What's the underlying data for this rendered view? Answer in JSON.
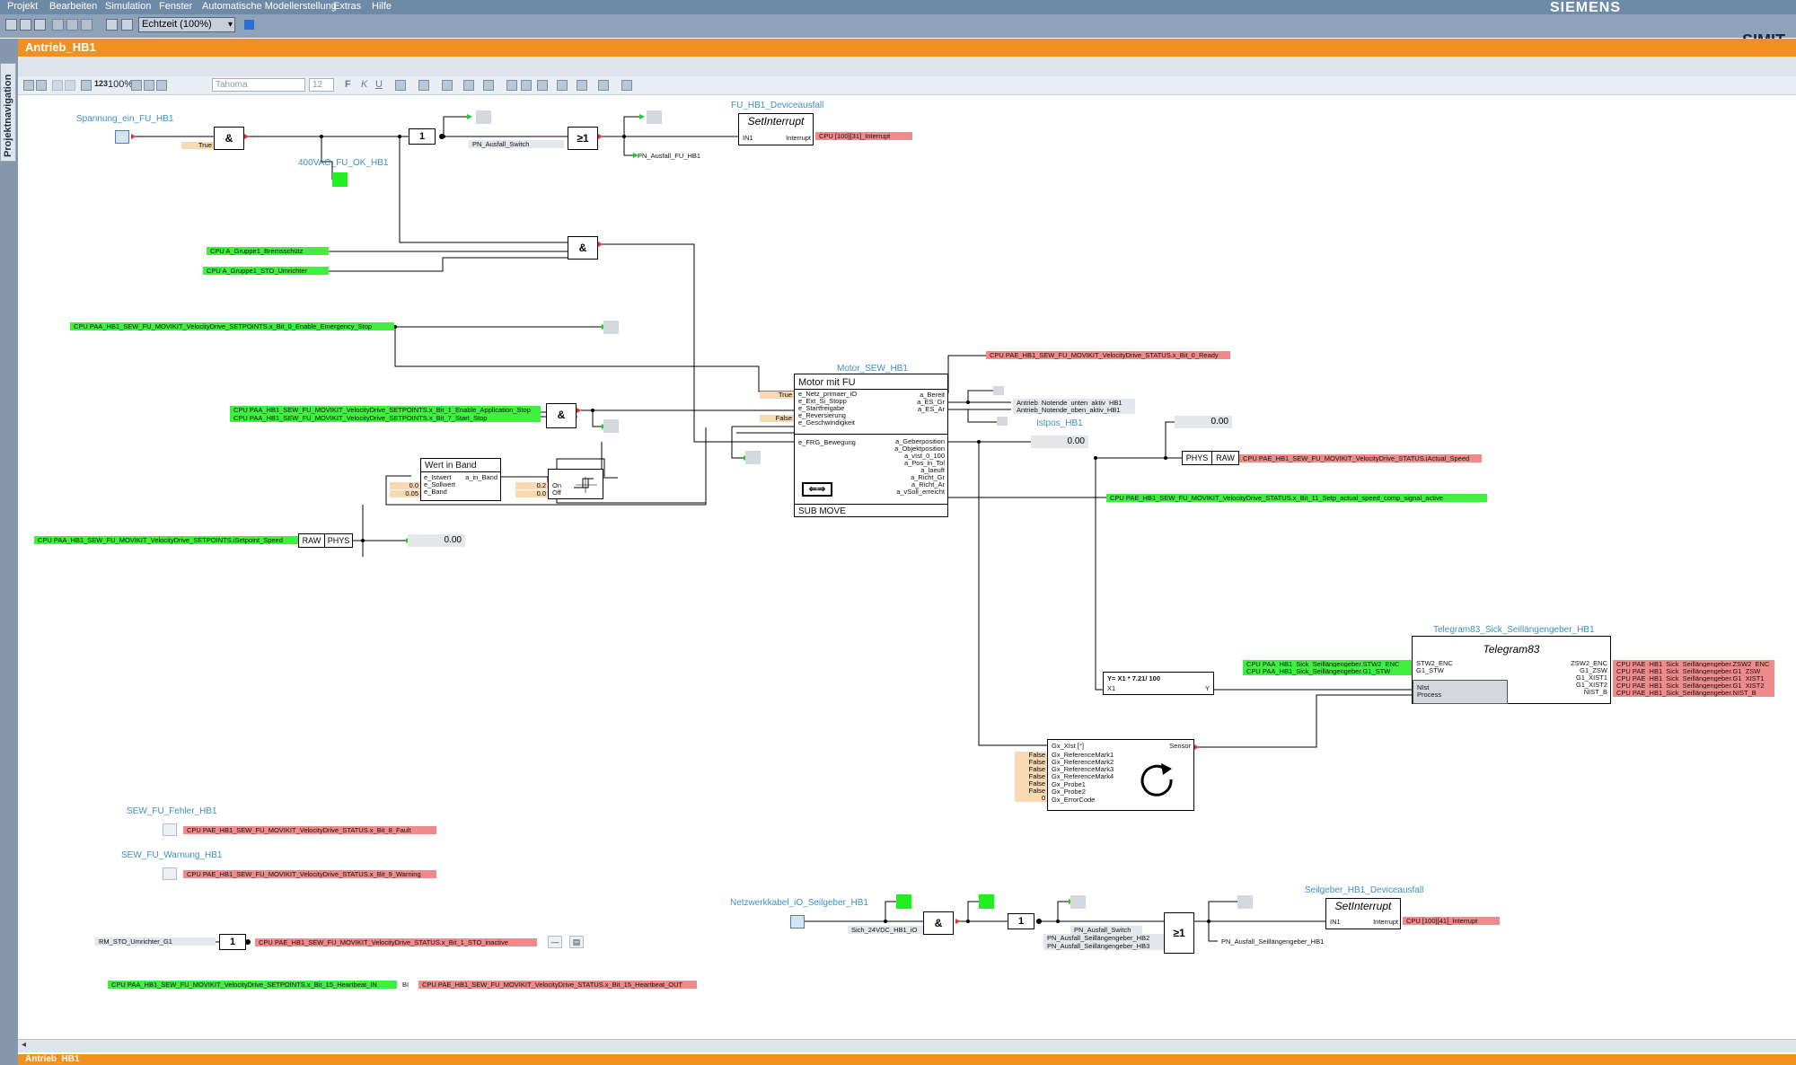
{
  "menu": [
    "Projekt",
    "Bearbeiten",
    "Simulation",
    "Fenster",
    "Automatische Modellerstellung",
    "Extras",
    "Hilfe"
  ],
  "brand": "SIEMENS",
  "product": "SIMIT",
  "toolbar": {
    "speed": "Echtzeit (100%)"
  },
  "sidebar": {
    "project_navigation": "Projektnavigation"
  },
  "editor": {
    "tab_title": "Antrieb_HB1",
    "bottom_tab_title": "Antrieb_HB1"
  },
  "toolbar2": {
    "zoom": "100%",
    "font": "Tahoma",
    "font_size": "12",
    "counter": "123",
    "bold": "F",
    "italic": "K",
    "underline": "U"
  },
  "diagram": {
    "spannung_label": "Spannung_ein_FU_HB1",
    "true_const": "True",
    "and": "&",
    "one": "1",
    "ge1": "≥1",
    "ok_label": "400VAC_FU_OK_HB1",
    "pn_ausfall_switch": "PN_Ausfall_Switch",
    "pn_ausfall_fu": "PN_Ausfall_FU_HB1",
    "fu_deviceausfall_label": "FU_HB1_Deviceausfall",
    "setinterrupt_title": "SetInterrupt",
    "in1": "IN1",
    "interrupt": "Interrupt",
    "cpu_interrupt_1": "CPU [100][31]_Interrupt",
    "bremsschuetz": "CPU A_Gruppe1_Bremsschütz",
    "sto_umrichter": "CPU A_Gruppe1_STO_Umrichter",
    "emergency_stop": "CPU PAA_HB1_SEW_FU_MOVIKIT_VelocityDrive_SETPOINTS.x_Bit_0_Enable_Emergency_Stop",
    "ready_status": "CPU PAE_HB1_SEW_FU_MOVIKIT_VelocityDrive_STATUS.x_Bit_0_Ready",
    "motor_label": "Motor_SEW_HB1",
    "motor_title": "Motor mit FU",
    "motor_inputs": [
      "e_Netz_primaer_iO",
      "e_Ext_Si_Stopp",
      "e_Startfreigabe",
      "e_Reversierung",
      "e_Geschwindigkeit"
    ],
    "motor_input_frg": "e_FRG_Bewegung",
    "motor_outputs_top": [
      "a_Bereit",
      "a_ES_Gr",
      "a_ES_Ar"
    ],
    "motor_outputs_bottom": [
      "a_Geberposition",
      "a_Objektposition",
      "a_vIst_0_100",
      "a_Pos_in_Tol",
      "a_laeuft",
      "a_Richt_Gr",
      "a_Richt_Ar",
      "a_vSoll_erreicht"
    ],
    "motor_footer": "SUB MOVE",
    "false_const": "False",
    "notende_unten": "Antrieb_Notende_unten_aktiv_HB1",
    "notende_oben": "Antrieb_Notende_oben_aktiv_HB1",
    "istpos_label": "Istpos_HB1",
    "istpos_value": "0.00",
    "actual_value": "0.00",
    "phys": "PHYS",
    "raw": "RAW",
    "actual_speed": "CPU PAE_HB1_SEW_FU_MOVIKIT_VelocityDrive_STATUS.iActual_Speed",
    "enable_app_stop": "CPU PAA_HB1_SEW_FU_MOVIKIT_VelocityDrive_SETPOINTS.x_Bit_1_Enable_Application_Stop",
    "start_stop": "CPU PAA_HB1_SEW_FU_MOVIKIT_VelocityDrive_SETPOINTS.x_Bit_7_Start_Stop",
    "wert_title": "Wert in Band",
    "wert_ports": [
      "e_Istwert",
      "e_Sollwert",
      "e_Band"
    ],
    "wert_out": "a_in_Band",
    "wert_consts": [
      "0.0",
      "0.05"
    ],
    "hyst_consts": [
      "0.2",
      "0.0"
    ],
    "hyst_on": "On",
    "hyst_off": "Off",
    "speed_comp": "CPU PAE_HB1_SEW_FU_MOVIKIT_VelocityDrive_STATUS.x_Bit_11_Setp_actual_speed_comp_signal_active",
    "setpoint_speed": "CPU PAA_HB1_SEW_FU_MOVIKIT_VelocityDrive_SETPOINTS.iSetpoint_Speed",
    "setpoint_value": "0.00",
    "telegram_label": "Telegram83_Sick_Seillängengeber_HB1",
    "telegram_title": "Telegram83",
    "telegram_in_signals": [
      "CPU PAA_HB1_Sick_Seillängengeber.STW2_ENC",
      "CPU PAA_HB1_Sick_Seillängengeber.G1_STW"
    ],
    "telegram_in_ports": [
      "STW2_ENC",
      "G1_STW",
      "NIst",
      "Process"
    ],
    "telegram_out_ports": [
      "ZSW2_ENC",
      "G1_ZSW",
      "G1_XIST1",
      "G1_XIST2",
      "NIST_B"
    ],
    "telegram_out_signals": [
      "CPU PAE_HB1_Sick_Seillängengeber.ZSW2_ENC",
      "CPU PAE_HB1_Sick_Seillängengeber.G1_ZSW",
      "CPU PAE_HB1_Sick_Seillängengeber.G1_XIST1",
      "CPU PAE_HB1_Sick_Seillängengeber.G1_XIST2",
      "CPU PAE_HB1_Sick_Seillängengeber.NIST_B"
    ],
    "formula": "Y= X1 * 7.21/ 100",
    "x1": "X1",
    "y": "Y",
    "encoder_inputs": [
      "Gx_XIst [°]",
      "Gx_ReferenceMark1",
      "Gx_ReferenceMark2",
      "Gx_ReferenceMark3",
      "Gx_ReferenceMark4",
      "Gx_Probe1",
      "Gx_Probe2",
      "Gx_ErrorCode"
    ],
    "encoder_consts": [
      "False",
      "False",
      "False",
      "False",
      "False",
      "False",
      "0"
    ],
    "encoder_output": "Sensor",
    "fehler_label": "SEW_FU_Fehler_HB1",
    "fault": "CPU PAE_HB1_SEW_FU_MOVIKIT_VelocityDrive_STATUS.x_Bit_8_Fault",
    "warnung_label": "SEW_FU_Warnung_HB1",
    "warning": "CPU PAE_HB1_SEW_FU_MOVIKIT_VelocityDrive_STATUS.x_Bit_9_Warning",
    "rm_sto": "RM_STO_Umrichter_G1",
    "sto_inactive": "CPU PAE_HB1_SEW_FU_MOVIKIT_VelocityDrive_STATUS.x_Bit_1_STO_inactive",
    "heartbeat_in": "CPU PAA_HB1_SEW_FU_MOVIKIT_VelocityDrive_SETPOINTS.x_Bit_15_Heartbeat_IN",
    "bi": "BI",
    "heartbeat_out": "CPU PAE_HB1_SEW_FU_MOVIKIT_VelocityDrive_STATUS.x_Bit_15_Heartbeat_OUT",
    "netzwerk_label": "Netzwerkkabel_iO_Seilgeber_HB1",
    "sich_24vdc": "Sich_24VDC_HB1_iO",
    "pn_switch2_list": [
      "PN_Ausfall_Switch",
      "PN_Ausfall_Seillängengeber_HB2",
      "PN_Ausfall_Seillängengeber_HB3"
    ],
    "pn_seil_hb1": "PN_Ausfall_Seillängengeber_HB1",
    "seilgeber_label": "Seilgeber_HB1_Deviceausfall",
    "cpu_interrupt_2": "CPU [100][41]_Interrupt"
  }
}
